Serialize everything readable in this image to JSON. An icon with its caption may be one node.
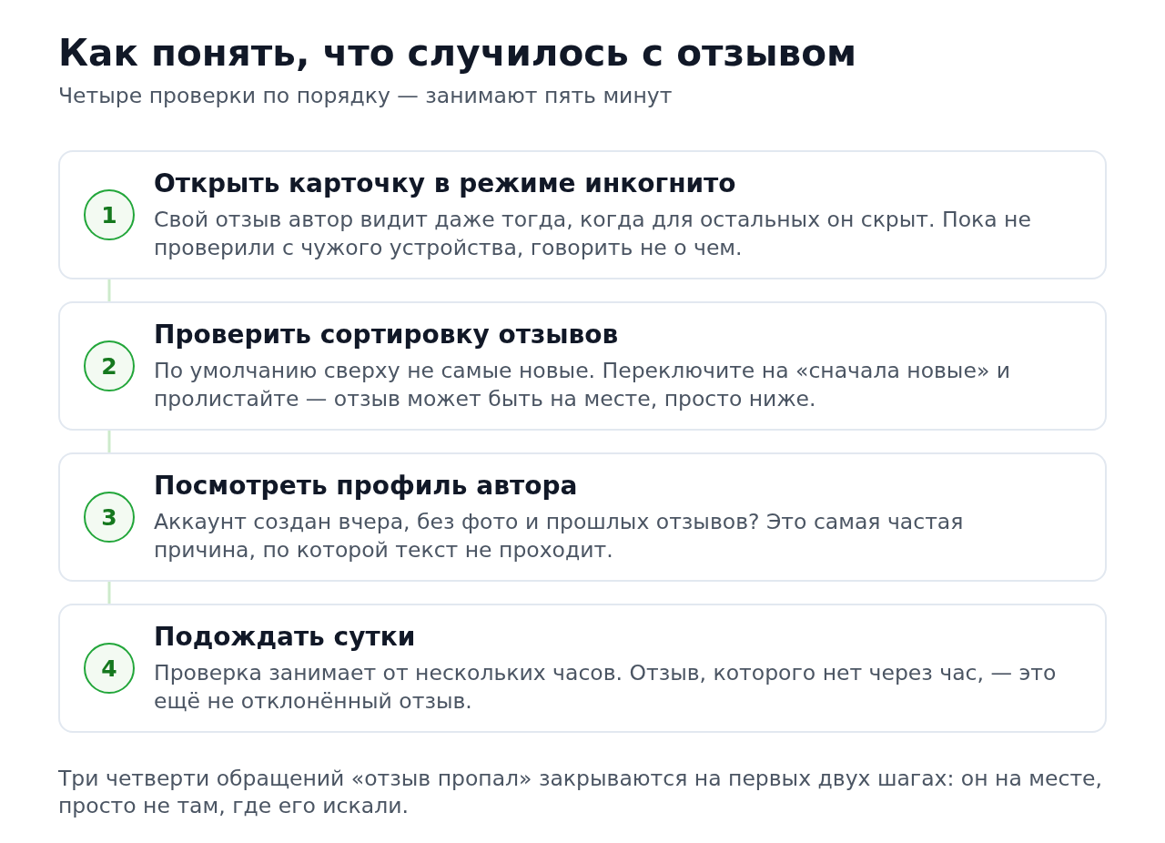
{
  "diagram": {
    "title": "Как понять, что случилось с отзывом",
    "nodes": [
      {
        "text": [
          "Открыть карточку в режиме инкогнито",
          "Свой отзыв автор видит даже тогда, когда для остальных он скрыт. Пока не проверили с чужого устройства, говорить не о чем."
        ]
      },
      {
        "text": [
          "1"
        ],
        "in": 0
      },
      {
        "text": [
          "Проверить сортировку отзывов",
          "По умолчанию сверху не самые новые. Переключите на «сначала новые» и пролистайте — отзыв может быть на месте, просто ниже."
        ]
      },
      {
        "text": [
          "2"
        ],
        "in": 2
      },
      {
        "text": [
          "Посмотреть профиль автора",
          "Аккаунт создан вчера, без фото и прошлых отзывов? Это самая частая причина, по которой текст не проходит."
        ]
      },
      {
        "text": [
          "3"
        ],
        "in": 4
      },
      {
        "text": [
          "Подождать сутки",
          "Проверка занимает от нескольких часов. Отзыв, которого нет через час, — это ещё не отклонённый отзыв."
        ]
      },
      {
        "text": [
          "4"
        ],
        "in": 6
      }
    ],
    "edges": [
      {
        "from": 0,
        "to": 2,
        "arrow": "none"
      },
      {
        "from": 2,
        "to": 4,
        "arrow": "none"
      },
      {
        "from": 4,
        "to": 6,
        "arrow": "none"
      }
    ],
    "labels": [
      "Четыре проверки по порядку — занимают пять минут"
    ],
    "caption": "Три четверти обращений «отзыв пропал» закрываются на первых двух шагах: он на месте, просто не там, где его искали."
  }
}
